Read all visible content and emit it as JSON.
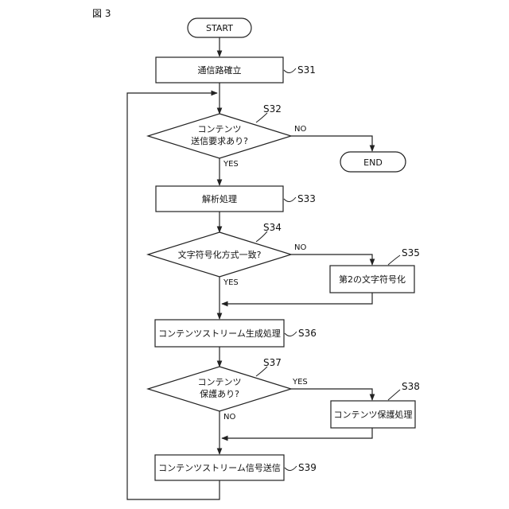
{
  "figure_label": "図 3",
  "nodes": {
    "start": {
      "label": "START"
    },
    "s31": {
      "label": "通信路確立",
      "step": "S31"
    },
    "s32": {
      "lines": [
        "コンテンツ",
        "送信要求あり?"
      ],
      "step": "S32",
      "no_label": "NO",
      "yes_label": "YES"
    },
    "end": {
      "label": "END"
    },
    "s33": {
      "label": "解析処理",
      "step": "S33"
    },
    "s34": {
      "label": "文字符号化方式一致?",
      "step": "S34",
      "no_label": "NO",
      "yes_label": "YES"
    },
    "s35": {
      "label": "第2の文字符号化",
      "step": "S35"
    },
    "s36": {
      "label": "コンテンツストリーム生成処理",
      "step": "S36"
    },
    "s37": {
      "lines": [
        "コンテンツ",
        "保護あり?"
      ],
      "step": "S37",
      "yes_label": "YES",
      "no_label": "NO"
    },
    "s38": {
      "label": "コンテンツ保護処理",
      "step": "S38"
    },
    "s39": {
      "label": "コンテンツストリーム信号送信",
      "step": "S39"
    }
  },
  "colors": {
    "line": "#222222",
    "fill": "#ffffff",
    "text": "#111111"
  }
}
